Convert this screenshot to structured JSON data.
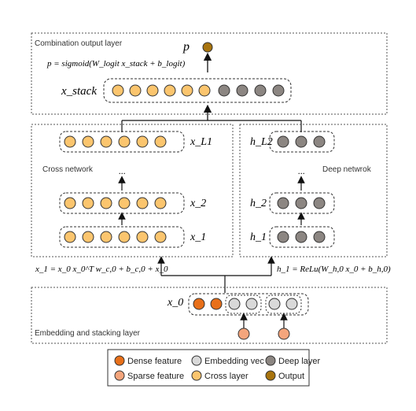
{
  "layers": {
    "combination_title": "Combination output layer",
    "cross_title": "Cross network",
    "deep_title": "Deep netwrok",
    "embedding_title": "Embedding and stacking layer"
  },
  "math": {
    "p": "p",
    "sigmoid_eq": "p = sigmoid(W_logit x_stack + b_logit)",
    "x_stack": "x_stack",
    "x_L1": "x_L1",
    "x2": "x_2",
    "x1": "x_1",
    "hL2": "h_L2",
    "h2": "h_2",
    "h1": "h_1",
    "x0": "x_0",
    "ellipsis": "...",
    "cross_eq": "x_1 = x_0 x_0^T w_c,0 + b_c,0 + x_0",
    "deep_eq": "h_1 = ReLu(W_h,0 x_0 + b_h,0)"
  },
  "legend": {
    "items": [
      {
        "label": "Dense feature",
        "color": "#e8701a"
      },
      {
        "label": "Embedding vec",
        "color": "#d9d9d9"
      },
      {
        "label": "Deep layer",
        "color": "#8c8682"
      },
      {
        "label": "Sparse feature",
        "color": "#f4a57c"
      },
      {
        "label": "Cross layer",
        "color": "#fbc56e"
      },
      {
        "label": "Output",
        "color": "#a8740e"
      }
    ]
  },
  "colors": {
    "cross": "#fbc56e",
    "deep": "#8c8682",
    "embedding": "#d9d9d9",
    "dense": "#e8701a",
    "sparse": "#f4a57c",
    "output": "#a8740e"
  }
}
